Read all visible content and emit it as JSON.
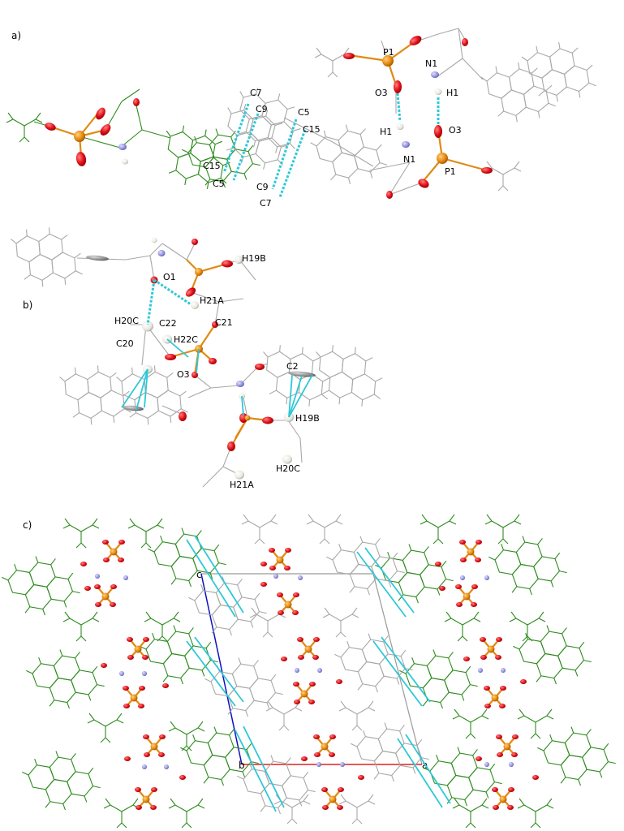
{
  "panels": {
    "a": {
      "label": "a)",
      "atom_labels": [
        "C7",
        "C9",
        "C5",
        "C15",
        "C15",
        "C5",
        "C9",
        "C7",
        "P1",
        "N1",
        "O3",
        "H1",
        "H1",
        "O3",
        "N1",
        "P1"
      ]
    },
    "b": {
      "label": "b)",
      "atom_labels": [
        "H19B",
        "O1",
        "H21A",
        "H20C",
        "C22",
        "C21",
        "H22C",
        "C20",
        "O3",
        "C2",
        "H19B",
        "H20C",
        "H21A"
      ]
    },
    "c": {
      "label": "c)",
      "axis_labels": {
        "c": "c",
        "b": "b",
        "a": "a"
      }
    }
  },
  "colors": {
    "oxygen": "#e0101a",
    "phosphorus": "#e88a10",
    "nitrogen": "#8c8cdc",
    "hydrogen": "#e8e8e0",
    "carbon_ellipsoid": "#8a8a8a",
    "bond_grey": "#a8a8a8",
    "bond_green": "#2e8b1e",
    "interaction": "#2ec8d8",
    "axis_a": "#e02020",
    "axis_c": "#1010c0"
  },
  "icons": [
    "oxygen-atom",
    "phosphorus-atom",
    "nitrogen-atom",
    "hydrogen-atom"
  ]
}
